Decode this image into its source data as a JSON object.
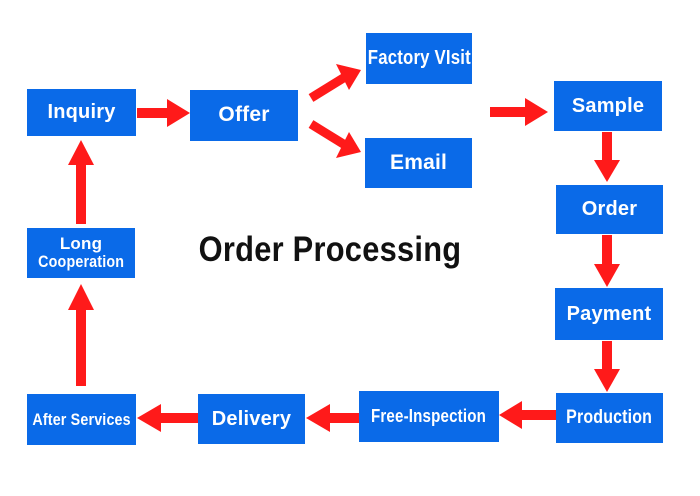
{
  "title": "Order Processing",
  "colors": {
    "box_fill": "#0a6ae8",
    "box_text": "#ffffff",
    "arrow": "#ff1a1a",
    "title_text": "#111111"
  },
  "steps": {
    "inquiry": "Inquiry",
    "offer": "Offer",
    "factory_visit": "Factory VIsit",
    "email": "Email",
    "sample": "Sample",
    "order": "Order",
    "payment": "Payment",
    "production": "Production",
    "free_inspection": "Free-Inspection",
    "delivery": "Delivery",
    "after_services": "After Services",
    "long_cooperation_line1": "Long",
    "long_cooperation_line2": "Cooperation"
  }
}
